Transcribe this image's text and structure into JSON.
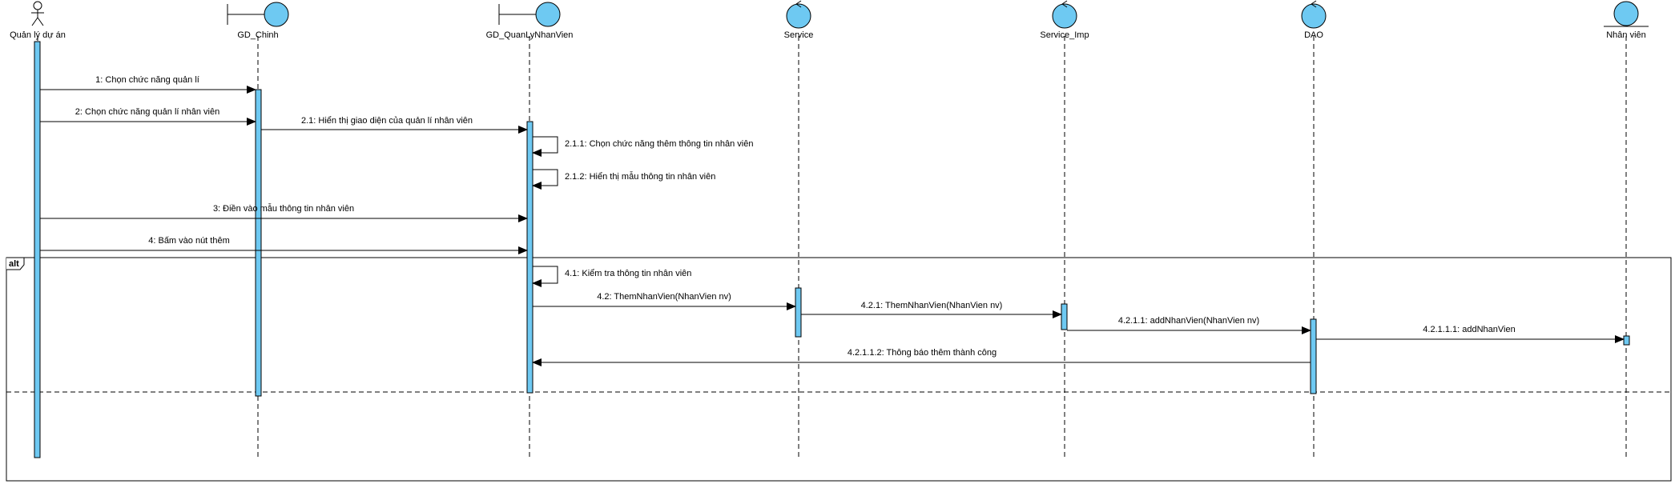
{
  "lifelines": [
    {
      "name": "Quản lý dự án",
      "kind": "actor"
    },
    {
      "name": "GD_Chinh",
      "kind": "boundary"
    },
    {
      "name": "GD_QuanLyNhanVien",
      "kind": "boundary"
    },
    {
      "name": "Service",
      "kind": "control"
    },
    {
      "name": "Service_Imp",
      "kind": "control"
    },
    {
      "name": "DAO",
      "kind": "control"
    },
    {
      "name": "Nhân viên",
      "kind": "entity"
    }
  ],
  "messages": [
    {
      "label": "1: Chọn chức năng quản lí",
      "from": 0,
      "to": 1
    },
    {
      "label": "2: Chọn chức năng quản lí nhân viên",
      "from": 0,
      "to": 1
    },
    {
      "label": "2.1: Hiển thị giao diện của quản lí nhân viên",
      "from": 1,
      "to": 2
    },
    {
      "label": "2.1.1: Chọn chức năng thêm thông tin nhân viên",
      "from": 2,
      "to": 2
    },
    {
      "label": "2.1.2: Hiển thị mẫu thông tin nhân viên",
      "from": 2,
      "to": 2
    },
    {
      "label": "3: Điền vào mẫu thông tin nhân viên",
      "from": 0,
      "to": 2
    },
    {
      "label": "4: Bấm vào nút thêm",
      "from": 0,
      "to": 2
    },
    {
      "label": "4.1: Kiểm tra thông tin nhân viên",
      "from": 2,
      "to": 2
    },
    {
      "label": "4.2: ThemNhanVien(NhanVien nv)",
      "from": 2,
      "to": 3
    },
    {
      "label": "4.2.1: ThemNhanVien(NhanVien nv)",
      "from": 3,
      "to": 4
    },
    {
      "label": "4.2.1.1: addNhanVien(NhanVien nv)",
      "from": 4,
      "to": 5
    },
    {
      "label": "4.2.1.1.1: addNhanVien",
      "from": 5,
      "to": 6
    },
    {
      "label": "4.2.1.1.2: Thông  báo thêm thành công",
      "from": 5,
      "to": 2
    }
  ],
  "fragment": {
    "operator": "alt"
  },
  "colors": {
    "fill": "#6ec9f2",
    "stroke": "#000000"
  }
}
